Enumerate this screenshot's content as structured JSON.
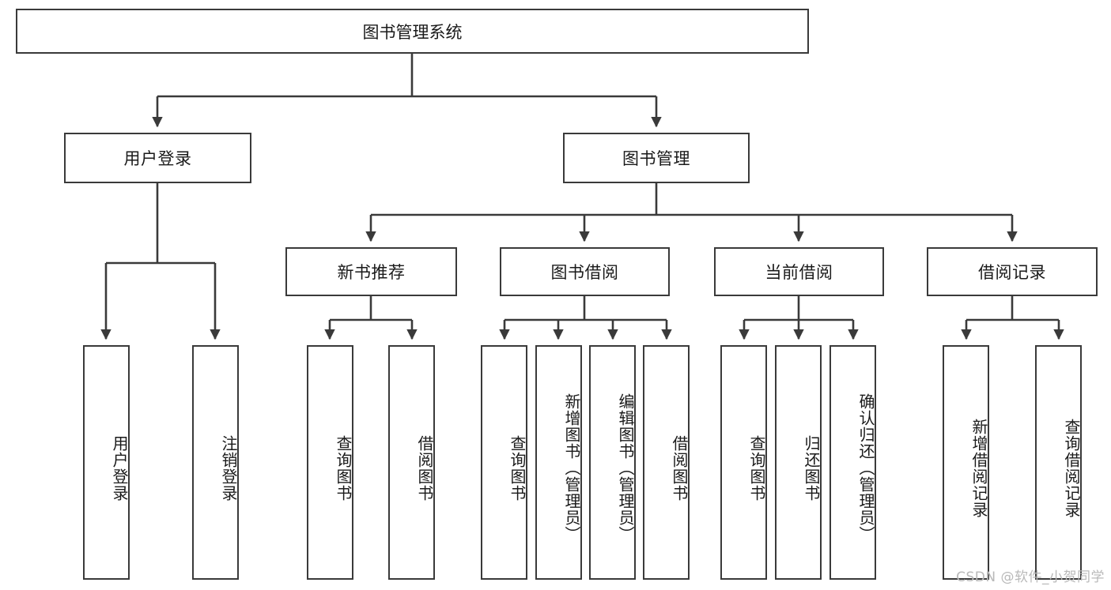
{
  "diagram": {
    "title": "图书管理系统",
    "type": "tree-hierarchy-diagram",
    "colors": {
      "box_border": "#3a3a3a",
      "box_fill": "#ffffff",
      "line": "#3a3a3a",
      "text": "#1a1a1a",
      "watermark": "#b9b9b9"
    },
    "root": {
      "label": "图书管理系统"
    },
    "level2": [
      {
        "label": "用户登录"
      },
      {
        "label": "图书管理"
      }
    ],
    "level3": [
      {
        "label": "新书推荐"
      },
      {
        "label": "图书借阅"
      },
      {
        "label": "当前借阅"
      },
      {
        "label": "借阅记录"
      }
    ],
    "leaves": {
      "user_login": [
        {
          "label": "用户登录"
        },
        {
          "label": "注销登录"
        }
      ],
      "new_book_recommend": [
        {
          "label": "查询图书"
        },
        {
          "label": "借阅图书"
        }
      ],
      "book_borrow": [
        {
          "label": "查询图书"
        },
        {
          "label": "新增图书（管理员）"
        },
        {
          "label": "编辑图书（管理员）"
        },
        {
          "label": "借阅图书"
        }
      ],
      "current_borrow": [
        {
          "label": "查询图书"
        },
        {
          "label": "归还图书"
        },
        {
          "label": "确认归还（管理员）"
        }
      ],
      "borrow_record": [
        {
          "label": "新增借阅记录"
        },
        {
          "label": "查询借阅记录"
        }
      ]
    },
    "watermark": "CSDN @软件_小贺同学"
  }
}
